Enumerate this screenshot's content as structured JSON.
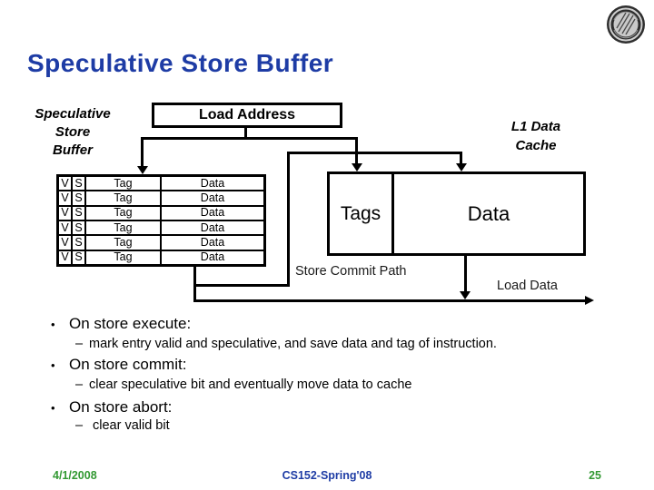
{
  "slide": {
    "title": "Speculative Store Buffer"
  },
  "diagram": {
    "buffer_label_lines": [
      "Speculative",
      "Store",
      "Buffer"
    ],
    "load_address_label": "Load Address",
    "l1_label_lines": [
      "L1 Data",
      "Cache"
    ],
    "buffer_table": {
      "row_count": 6,
      "cells": {
        "v": "V",
        "s": "S",
        "tag": "Tag",
        "data": "Data"
      }
    },
    "cache": {
      "tags_label": "Tags",
      "data_label": "Data"
    },
    "store_commit_label": "Store Commit Path",
    "load_data_label": "Load Data"
  },
  "bullets": [
    {
      "text": "On store execute:",
      "sub": "mark entry valid and speculative, and save data and tag of instruction."
    },
    {
      "text": "On store commit:",
      "sub": "clear speculative bit and eventually move data to cache"
    },
    {
      "text": "On store abort:",
      "sub": "clear valid bit"
    }
  ],
  "footer": {
    "date": "4/1/2008",
    "course": "CS152-Spring'08",
    "page": "25"
  },
  "colors": {
    "title_blue": "#1e3ca5",
    "footer_green": "#339933",
    "footer_blue": "#1e3ca5",
    "diagram_black": "#000000",
    "background": "#ffffff"
  }
}
